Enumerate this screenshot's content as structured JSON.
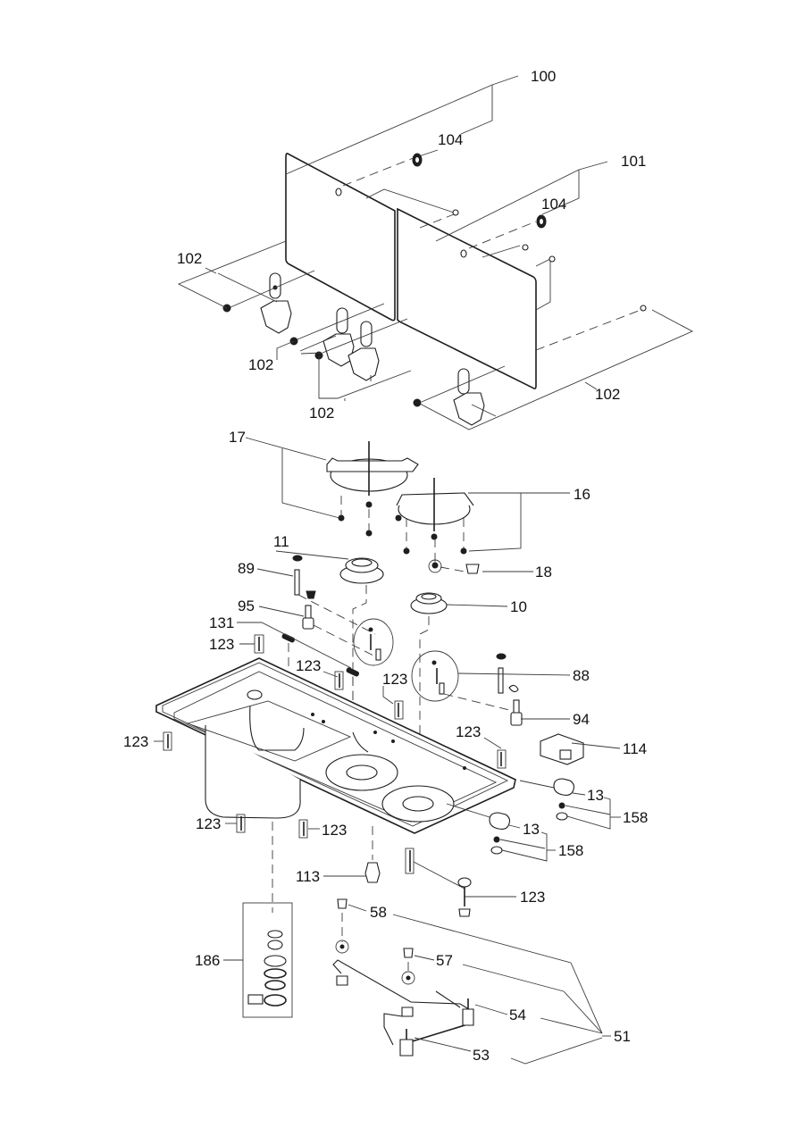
{
  "diagram": {
    "type": "exploded parts diagram",
    "subject": "Sink and two-burner gas hob combination",
    "callouts": [
      {
        "id": "c100",
        "label": "100",
        "part": "glass-lid-left"
      },
      {
        "id": "c104a",
        "label": "104",
        "part": "lid-bumper-left"
      },
      {
        "id": "c101",
        "label": "101",
        "part": "glass-lid-right"
      },
      {
        "id": "c104b",
        "label": "104",
        "part": "lid-bumper-right"
      },
      {
        "id": "c102a",
        "label": "102",
        "part": "hinge-left-outer"
      },
      {
        "id": "c102b",
        "label": "102",
        "part": "hinge-center-left"
      },
      {
        "id": "c102c",
        "label": "102",
        "part": "hinge-center-right"
      },
      {
        "id": "c102d",
        "label": "102",
        "part": "hinge-right"
      },
      {
        "id": "c17",
        "label": "17",
        "part": "pan-support-large"
      },
      {
        "id": "c16",
        "label": "16",
        "part": "pan-support-small"
      },
      {
        "id": "c11",
        "label": "11",
        "part": "burner-large"
      },
      {
        "id": "c18",
        "label": "18",
        "part": "rubber-foot"
      },
      {
        "id": "c89",
        "label": "89",
        "part": "ignition-electrode-left"
      },
      {
        "id": "c10",
        "label": "10",
        "part": "burner-small"
      },
      {
        "id": "c95",
        "label": "95",
        "part": "thermocouple-left"
      },
      {
        "id": "c131",
        "label": "131",
        "part": "clamp-bracket"
      },
      {
        "id": "c123a",
        "label": "123",
        "part": "screw"
      },
      {
        "id": "c123b",
        "label": "123",
        "part": "screw"
      },
      {
        "id": "c123c",
        "label": "123",
        "part": "screw"
      },
      {
        "id": "c88",
        "label": "88",
        "part": "ignition-electrode-right"
      },
      {
        "id": "c94",
        "label": "94",
        "part": "thermocouple-right"
      },
      {
        "id": "c123d",
        "label": "123",
        "part": "screw"
      },
      {
        "id": "c123e",
        "label": "123",
        "part": "screw"
      },
      {
        "id": "c114",
        "label": "114",
        "part": "piezo-igniter"
      },
      {
        "id": "c13a",
        "label": "13",
        "part": "control-knob-right"
      },
      {
        "id": "c158a",
        "label": "158",
        "part": "knob-seal-set-right"
      },
      {
        "id": "c13b",
        "label": "13",
        "part": "control-knob-left"
      },
      {
        "id": "c158b",
        "label": "158",
        "part": "knob-seal-set-left"
      },
      {
        "id": "c123f",
        "label": "123",
        "part": "screw"
      },
      {
        "id": "c123g",
        "label": "123",
        "part": "screw"
      },
      {
        "id": "c113",
        "label": "113",
        "part": "ignition-button"
      },
      {
        "id": "c123h",
        "label": "123",
        "part": "mounting-pin"
      },
      {
        "id": "c58",
        "label": "58",
        "part": "injector-nut-left"
      },
      {
        "id": "c186",
        "label": "186",
        "part": "waste-drain-kit"
      },
      {
        "id": "c57",
        "label": "57",
        "part": "injector-nut-right"
      },
      {
        "id": "c54",
        "label": "54",
        "part": "gas-valve-right"
      },
      {
        "id": "c51",
        "label": "51",
        "part": "gas-manifold-assembly"
      },
      {
        "id": "c53",
        "label": "53",
        "part": "gas-valve-left"
      }
    ]
  }
}
